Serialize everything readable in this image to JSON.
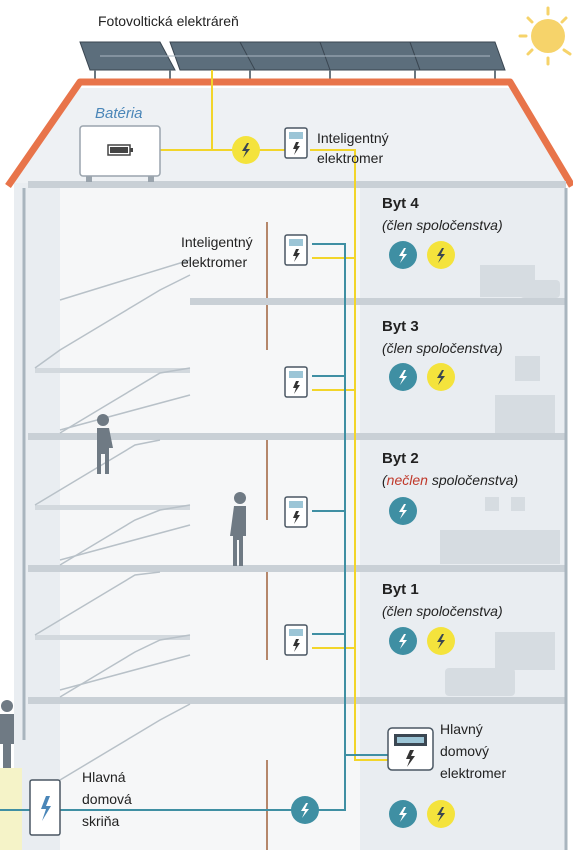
{
  "diagram": {
    "title": "Fotovoltická elektráreň",
    "battery_label": "Batéria",
    "attic_meter_label": [
      "Inteligentný",
      "elektromer"
    ],
    "floor4_meter_label": [
      "Inteligentný",
      "elektromer"
    ],
    "apartments": [
      {
        "name": "Byt 4",
        "role_prefix": "(",
        "role_highlight": "člen",
        "role_suffix": " spoločenstva)",
        "member": true
      },
      {
        "name": "Byt 3",
        "role_prefix": "(",
        "role_highlight": "člen",
        "role_suffix": " spoločenstva)",
        "member": true
      },
      {
        "name": "Byt 2",
        "role_prefix": "(",
        "role_highlight": "nečlen",
        "role_suffix": " spoločenstva)",
        "member": false
      },
      {
        "name": "Byt 1",
        "role_prefix": "(",
        "role_highlight": "člen",
        "role_suffix": " spoločenstva)",
        "member": true
      }
    ],
    "main_meter_label": [
      "Hlavný",
      "domový",
      "elektromer"
    ],
    "main_box_label": [
      "Hlavná",
      "domová",
      "skriňa"
    ],
    "colors": {
      "roof": "#e8744a",
      "wall": "#e9edf1",
      "floor": "#c9d0d6",
      "solar_line": "#f2d52a",
      "grid_line": "#3f8fa3",
      "teal_circle": "#3f8fa3",
      "yellow_circle": "#f4e33c",
      "sun": "#f6d36a",
      "non_member": "#c0392b"
    }
  }
}
